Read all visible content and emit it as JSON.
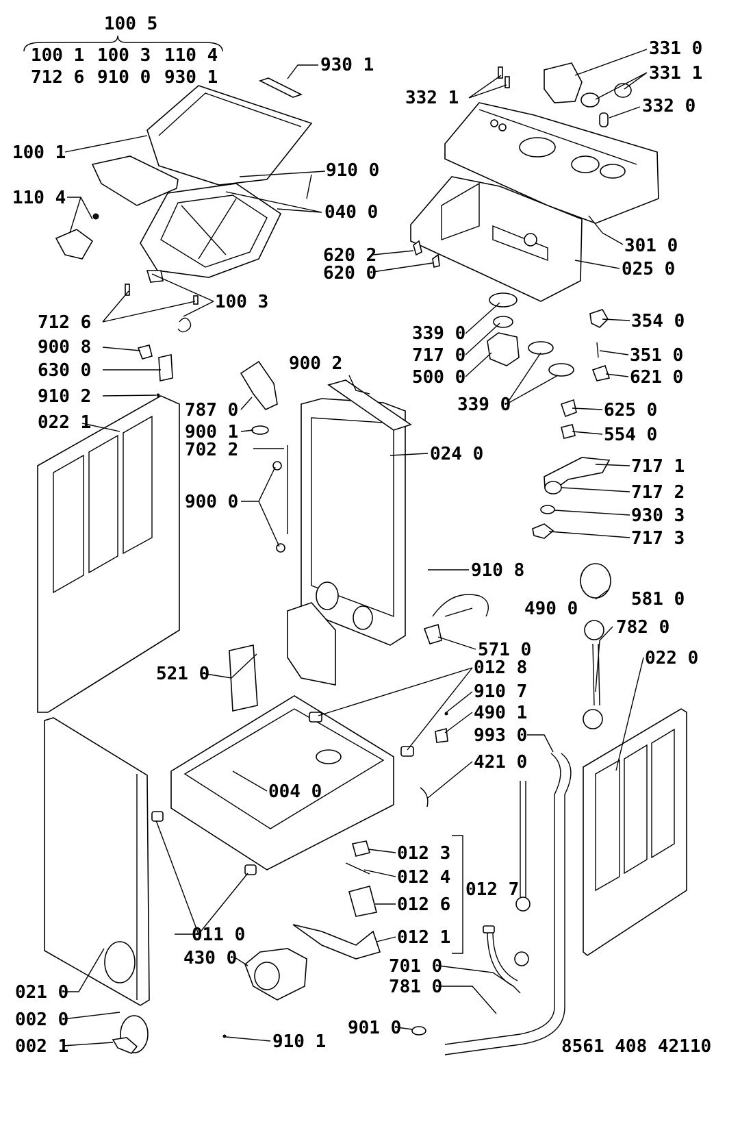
{
  "header": {
    "group_code": "100 5",
    "group_members": [
      "100 1",
      "100 3",
      "110 4",
      "712 6",
      "910 0",
      "930 1"
    ]
  },
  "callouts": {
    "c_930_1": "930 1",
    "c_100_1": "100 1",
    "c_910_0": "910 0",
    "c_110_4": "110 4",
    "c_040_0": "040 0",
    "c_100_3": "100 3",
    "c_712_6": "712 6",
    "c_900_8": "900 8",
    "c_630_0": "630 0",
    "c_910_2": "910 2",
    "c_022_1": "022 1",
    "c_331_0": "331 0",
    "c_331_1": "331 1",
    "c_332_1": "332 1",
    "c_332_0": "332 0",
    "c_301_0": "301 0",
    "c_620_2": "620 2",
    "c_620_0": "620 0",
    "c_025_0": "025 0",
    "c_339_0_a": "339 0",
    "c_717_0": "717 0",
    "c_500_0": "500 0",
    "c_354_0": "354 0",
    "c_351_0": "351 0",
    "c_621_0": "621 0",
    "c_339_0_b": "339 0",
    "c_625_0": "625 0",
    "c_554_0": "554 0",
    "c_900_2": "900 2",
    "c_787_0": "787 0",
    "c_900_1": "900 1",
    "c_702_2": "702 2",
    "c_024_0": "024 0",
    "c_900_0": "900 0",
    "c_717_1": "717 1",
    "c_717_2": "717 2",
    "c_930_3": "930 3",
    "c_717_3": "717 3",
    "c_910_8": "910 8",
    "c_581_0": "581 0",
    "c_490_0": "490 0",
    "c_782_0": "782 0",
    "c_571_0": "571 0",
    "c_022_0": "022 0",
    "c_521_0": "521 0",
    "c_012_8": "012 8",
    "c_910_7": "910 7",
    "c_490_1": "490 1",
    "c_993_0": "993 0",
    "c_004_0": "004 0",
    "c_421_0": "421 0",
    "c_012_3": "012 3",
    "c_012_4": "012 4",
    "c_012_7": "012 7",
    "c_012_6": "012 6",
    "c_012_1": "012 1",
    "c_011_0": "011 0",
    "c_430_0": "430 0",
    "c_701_0": "701 0",
    "c_781_0": "781 0",
    "c_021_0": "021 0",
    "c_002_0": "002 0",
    "c_901_0": "901 0",
    "c_910_1": "910 1",
    "c_002_1": "002 1"
  },
  "footer": {
    "drawing_code": "8561 408 42110"
  }
}
